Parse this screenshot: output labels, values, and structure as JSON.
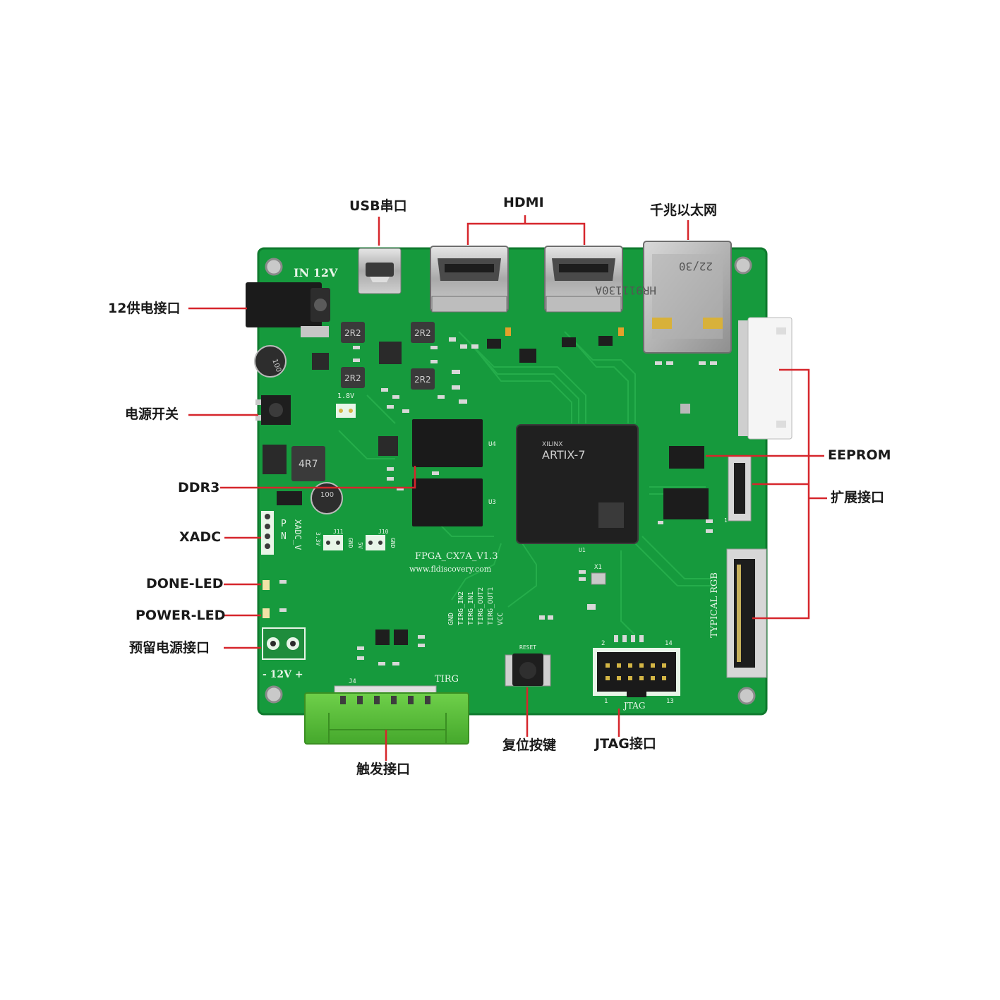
{
  "callouts": {
    "usb_uart": "USB串口",
    "hdmi": "HDMI",
    "ethernet": "千兆以太网",
    "power_12v": "12供电接口",
    "power_switch": "电源开关",
    "ddr3": "DDR3",
    "xadc": "XADC",
    "done_led": "DONE-LED",
    "power_led": "POWER-LED",
    "reserved_power": "预留电源接口",
    "eeprom": "EEPROM",
    "expansion": "扩展接口",
    "reset_button": "复位按键",
    "jtag": "JTAG接口",
    "trigger": "触发接口"
  },
  "silkscreen": {
    "in_12v": "IN 12V",
    "board_name": "FPGA_CX7A_V1.3",
    "website": "www.fldiscovery.com",
    "fpga_brand": "XILINX",
    "fpga_family": "ARTIX-7",
    "inductor_2r2": "2R2",
    "inductor_4r7": "4R7",
    "cap_100": "100",
    "xadc_v": "XADC_V",
    "p": "P",
    "n": "N",
    "reset": "RESET",
    "jtag": "JTAG",
    "typical_rgb": "TYPICAL RGB",
    "tirg": "TIRG",
    "v12": "- 12V +",
    "gnd": "GND",
    "tirg_in2": "TIRG_IN2",
    "tirg_in1": "TIRG_IN1",
    "tirg_out2": "TIRG_OUT2",
    "tirg_out1": "TIRG_OUT1",
    "vcc": "VCC",
    "v18": "1.8V",
    "v33": "3.3V",
    "v5": "5V",
    "j4": "J4",
    "j10": "J10",
    "j11": "J11",
    "u1": "U1",
    "u4": "U4",
    "u3": "U3",
    "x1": "X1",
    "pin14": "14",
    "pin13": "13",
    "pin1": "1",
    "pin2": "2",
    "eth_code": "HR911130A",
    "eth_date": "22/30"
  },
  "colors": {
    "pcb": "#169a3d",
    "pcb_edge": "#0f7a2e",
    "callout_line": "#d6262c",
    "trigger_connector": "#59c23c"
  }
}
